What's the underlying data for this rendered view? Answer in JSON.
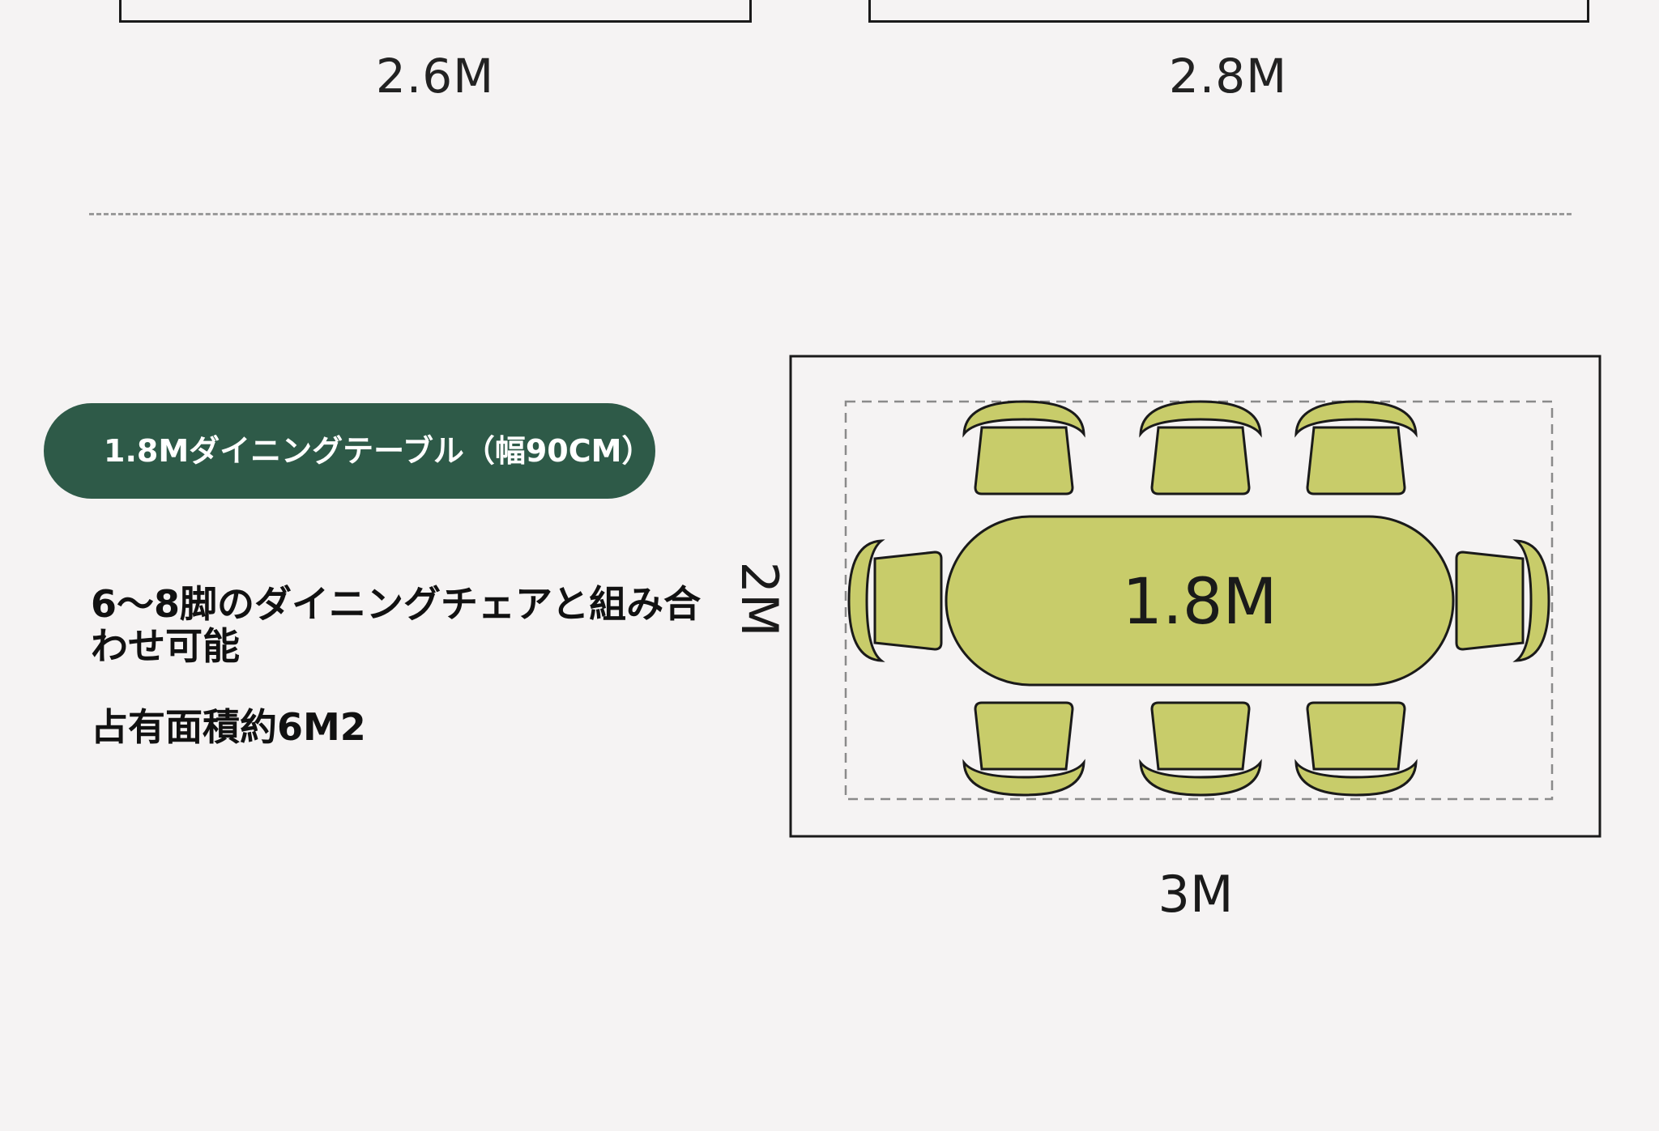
{
  "top_sizes": {
    "left_label": "2.6M",
    "right_label": "2.8M"
  },
  "table_info": {
    "pill_label": "1.8Mダイニングテーブル（幅90CM）",
    "chairs_text": "6〜8脚のダイニングチェアと組み合わせ可能",
    "area_text": "占有面積約6M2"
  },
  "diagram": {
    "table_length_label": "1.8M",
    "room_width_label": "3M",
    "room_depth_label": "2M",
    "chair_count": 8,
    "colors": {
      "chair_fill": "#c8cc6a",
      "table_fill": "#c8cc6a",
      "outline": "#1a1a1a",
      "pill_bg": "#2e5a48",
      "background": "#f5f3f3"
    }
  }
}
